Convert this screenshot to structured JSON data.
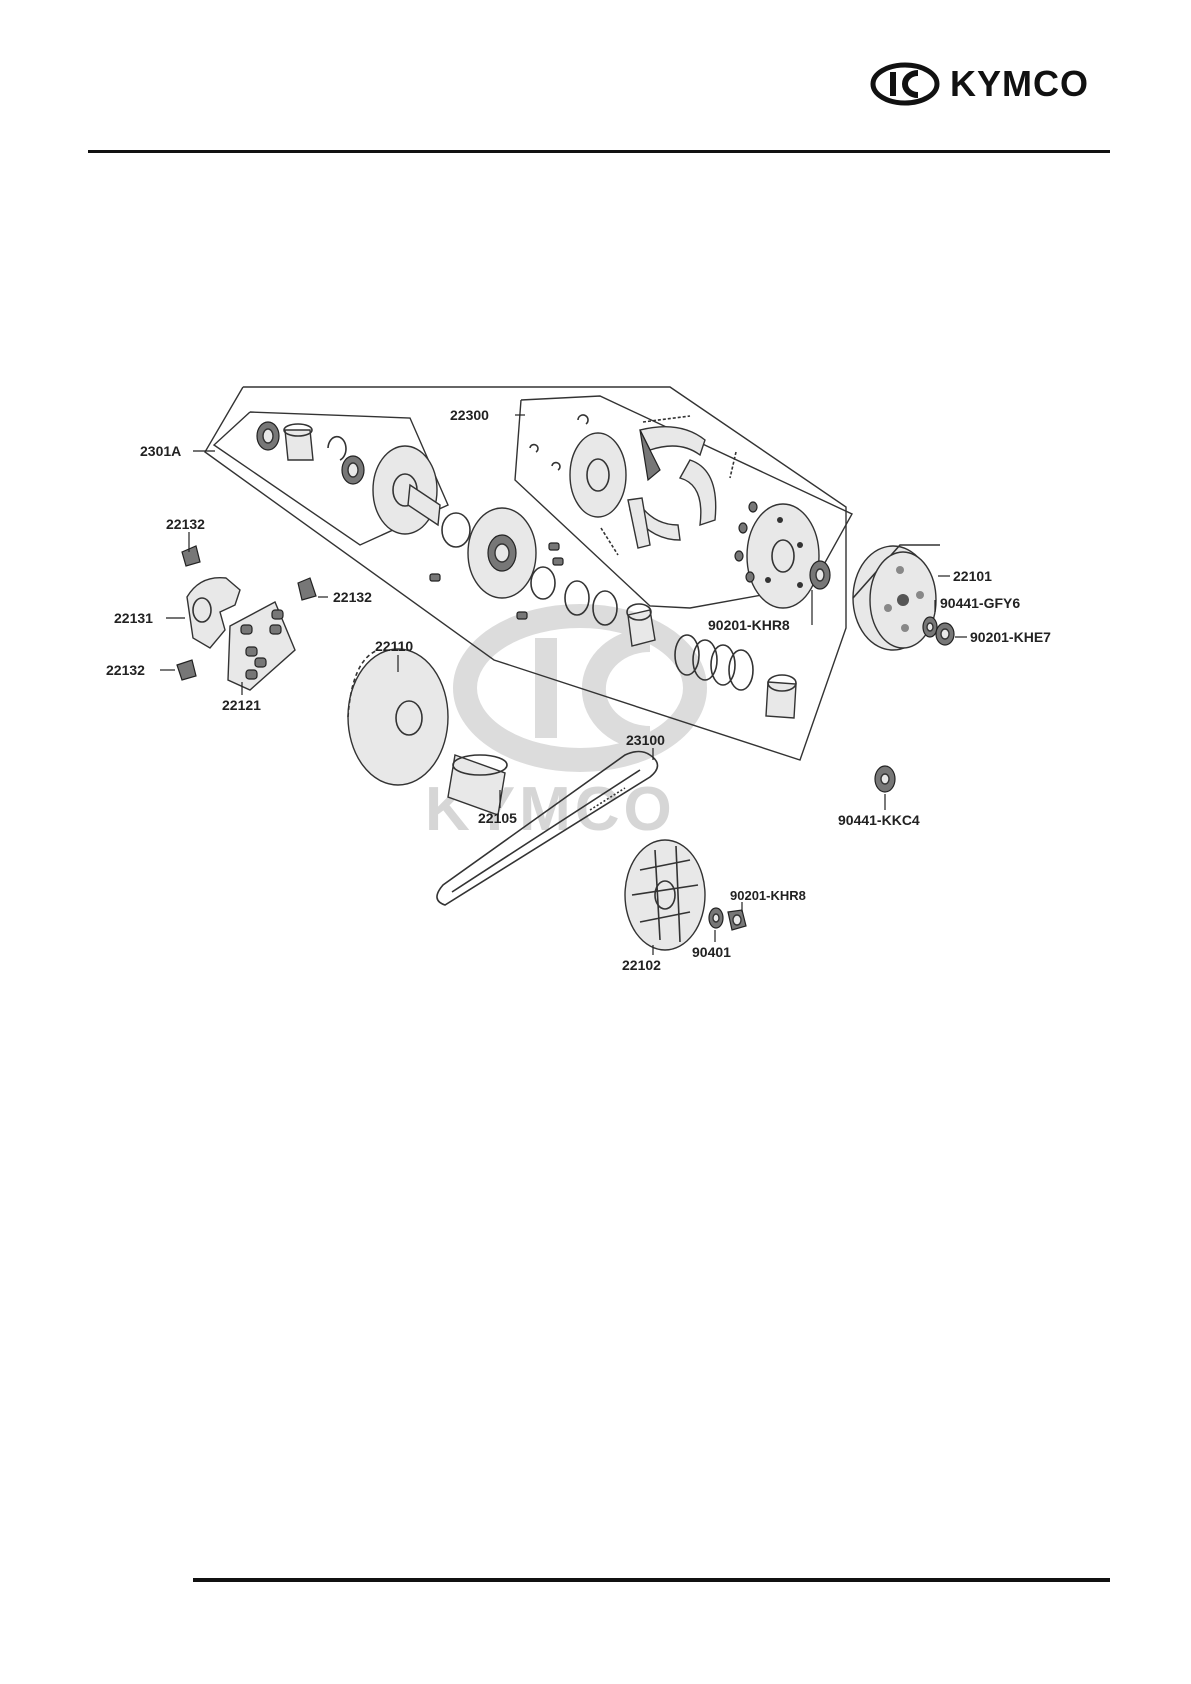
{
  "header": {
    "brand_name": "KYMCO"
  },
  "watermark": {
    "text": "KYMCO"
  },
  "labels": {
    "p2301A": "2301A",
    "p22300": "22300",
    "p22132_a": "22132",
    "p22132_b": "22132",
    "p22132_c": "22132",
    "p22131": "22131",
    "p22121": "22121",
    "p22110": "22110",
    "p22105": "22105",
    "p23100": "23100",
    "p22102": "22102",
    "p90401": "90401",
    "p90201_KHR8_a": "90201-KHR8",
    "p90201_KHR8_b": "90201-KHR8",
    "p22101": "22101",
    "p90441_GFY6": "90441-GFY6",
    "p90201_KHE7": "90201-KHE7",
    "p90441_KKC4": "90441-KKC4"
  },
  "colors": {
    "line": "#222222",
    "part_fill": "#777777",
    "watermark": "#d6d6d6"
  }
}
